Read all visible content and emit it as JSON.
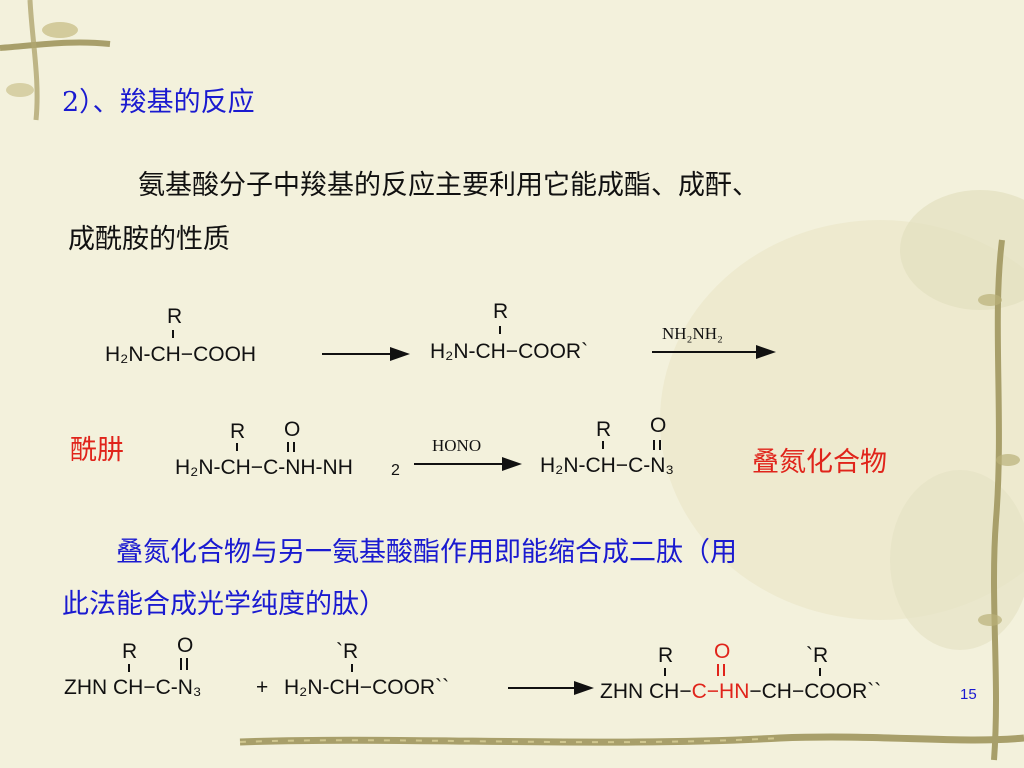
{
  "slide": {
    "heading": "2）、羧基的反应",
    "intro_line1": "氨基酸分子中羧基的反应主要利用它能成酯、成酐、",
    "intro_line2": "成酰胺的性质",
    "label_hydrazide": "酰肼",
    "label_azide": "叠氮化合物",
    "note_line1": "叠氮化合物与另一氨基酸酯作用即能缩合成二肽（用",
    "note_line2": "此法能合成光学纯度的肽）",
    "page_number": "15",
    "colors": {
      "heading": "#1a1ad0",
      "highlight": "#e0241b",
      "background": "#f3f1dc"
    }
  },
  "reaction1": {
    "r_sub_1": "R",
    "reactant_main": "H₂N‑CH−COOH",
    "r_sub_2": "R",
    "product_main": "H₂N‑CH−COOR`",
    "reagent": "NH₂NH₂"
  },
  "reaction2": {
    "r_sub_1": "R",
    "o_sub_1": "O",
    "reactant_main": "H₂N‑CH−C‑NH‑NH",
    "reactant_tail": "2",
    "reagent": "HONO",
    "r_sub_2": "R",
    "o_sub_2": "O",
    "product_main": "H₂N‑CH−C‑N₃"
  },
  "reaction3": {
    "r_sub_1": "R",
    "o_sub_1": "O",
    "reactant1": "ZHN CH−C‑N₃",
    "plus": "+",
    "r_sub_2": "`R",
    "reactant2": "H₂N‑CH−COOR``",
    "r_sub_3": "R",
    "o_sub_3": "O",
    "r_sub_4": "`R",
    "product_p1": "ZHN CH−",
    "product_red1": "C",
    "product_red_dash": "−",
    "product_red2": "HN",
    "product_p2": "−CH−COOR``"
  }
}
